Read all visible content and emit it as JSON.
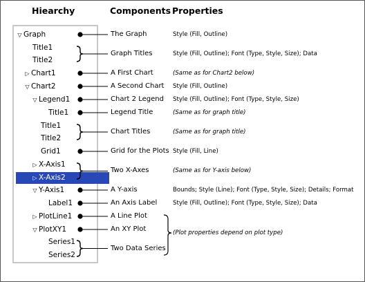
{
  "headers": {
    "hierarchy": "Hiearchy",
    "components": "Components",
    "properties": "Properties"
  },
  "tree": [
    {
      "label": "Graph",
      "expander": "▽",
      "level": 0,
      "selected": false
    },
    {
      "label": "Title1",
      "expander": "",
      "level": 1,
      "selected": false
    },
    {
      "label": "Title2",
      "expander": "",
      "level": 1,
      "selected": false
    },
    {
      "label": "Chart1",
      "expander": "▷",
      "level": 1,
      "selected": false
    },
    {
      "label": "Chart2",
      "expander": "▽",
      "level": 1,
      "selected": false
    },
    {
      "label": "Legend1",
      "expander": "▽",
      "level": 2,
      "selected": false
    },
    {
      "label": "Title1",
      "expander": "",
      "level": 3,
      "selected": false
    },
    {
      "label": "Title1",
      "expander": "",
      "level": 2,
      "selected": false
    },
    {
      "label": "Title2",
      "expander": "",
      "level": 2,
      "selected": false
    },
    {
      "label": "Grid1",
      "expander": "",
      "level": 2,
      "selected": false
    },
    {
      "label": "X-Axis1",
      "expander": "▷",
      "level": 2,
      "selected": false
    },
    {
      "label": "X-Axis2",
      "expander": "▷",
      "level": 2,
      "selected": true
    },
    {
      "label": "Y-Axis1",
      "expander": "▽",
      "level": 2,
      "selected": false
    },
    {
      "label": "Label1",
      "expander": "",
      "level": 3,
      "selected": false
    },
    {
      "label": "PlotLine1",
      "expander": "▷",
      "level": 2,
      "selected": false
    },
    {
      "label": "PlotXY1",
      "expander": "▽",
      "level": 2,
      "selected": false
    },
    {
      "label": "Series1",
      "expander": "",
      "level": 3,
      "selected": false
    },
    {
      "label": "Series2",
      "expander": "",
      "level": 3,
      "selected": false
    }
  ],
  "components": [
    "The Graph",
    "Graph Titles",
    "A First Chart",
    "A Second Chart",
    "Chart 2 Legend",
    "Legend Title",
    "Chart Titles",
    "Grid for the Plots",
    "Two X-Axes",
    "A Y-axis",
    "An Axis Label",
    "A Line Plot",
    "An XY Plot",
    "Two Data Series"
  ],
  "properties": [
    {
      "text": "Style (Fill, Outline)",
      "italic": false
    },
    {
      "text": "Style (Fill, Outline); Font (Type, Style, Size); Data",
      "italic": false
    },
    {
      "text": "(Same as for Chart2 below)",
      "italic": true
    },
    {
      "text": "Style (Fill, Outline)",
      "italic": false
    },
    {
      "text": "Style (Fill, Outline); Font (Type, Style, Size)",
      "italic": false
    },
    {
      "text": "(Same as for graph title)",
      "italic": true
    },
    {
      "text": "(Same as for graph title)",
      "italic": true
    },
    {
      "text": "Style (Fill, Line)",
      "italic": false
    },
    {
      "text": "(Same as for Y-axis below)",
      "italic": true
    },
    {
      "text": "Bounds; Style (Line); Font (Type, Style, Size); Details; Format",
      "italic": false
    },
    {
      "text": "Style (Fill, Outline); Font (Type, Style, Size); Data",
      "italic": false
    },
    {
      "text": "(Plot properties depend on plot type)",
      "italic": true
    }
  ],
  "colors": {
    "selection": "#2848b8",
    "panel_border": "#c8c8c8",
    "frame_border": "#555555",
    "ink": "#000000"
  }
}
